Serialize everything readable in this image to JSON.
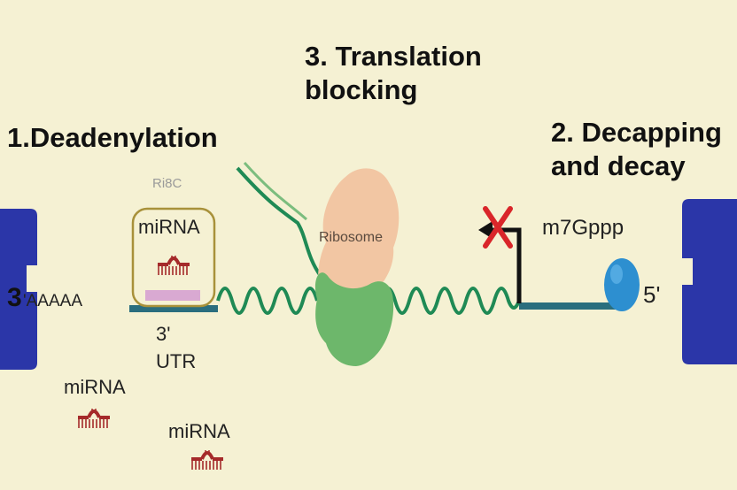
{
  "titles": {
    "translation": "3. Translation blocking",
    "translation_line1": "3. Translation",
    "translation_line2": "blocking",
    "deadenylation": "1.Deadenylation",
    "decapping_line1": "2. Decapping",
    "decapping_line2": "and decay"
  },
  "labels": {
    "risc": "Ri8C",
    "mirna_in_risc": "miRNA",
    "ribosome": "Ribosome",
    "cap": "m7Gppp",
    "three_prime_digit": "3",
    "three_prime_tail": "'AAAAA",
    "five_prime": "5'",
    "utr_line1": "3'",
    "utr_line2": "UTR",
    "free_mirna_1": "miRNA",
    "free_mirna_2": "miRNA"
  },
  "colors": {
    "background": "#f5f1d3",
    "bracket": "#2b36a8",
    "mrna_wave": "#1f8a55",
    "mrna_strand": "#2a6e7e",
    "mirna": "#a52a2a",
    "risc_outline": "#a8913a",
    "ribosome_large": "#f2c6a3",
    "ribosome_small": "#6db76b",
    "cap_blocked": "#d9262a",
    "cap_protein": "#2d8fd0"
  },
  "icons": [
    "left-bracket-icon",
    "right-bracket-icon",
    "mirna-icon",
    "ribosome-icon",
    "cap-protein-icon",
    "blocked-x-icon"
  ]
}
